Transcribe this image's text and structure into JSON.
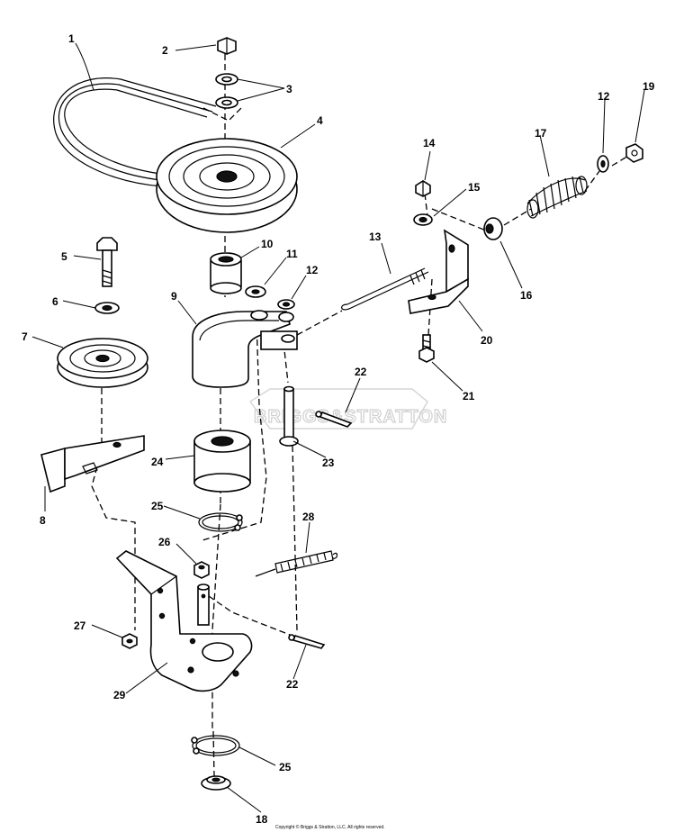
{
  "callouts": {
    "c1": "1",
    "c2": "2",
    "c3": "3",
    "c4": "4",
    "c5": "5",
    "c6": "6",
    "c7": "7",
    "c8": "8",
    "c9": "9",
    "c10": "10",
    "c11": "11",
    "c12a": "12",
    "c12b": "12",
    "c13": "13",
    "c14": "14",
    "c15": "15",
    "c16": "16",
    "c17": "17",
    "c18": "18",
    "c19": "19",
    "c20": "20",
    "c21": "21",
    "c22a": "22",
    "c22b": "22",
    "c23": "23",
    "c24": "24",
    "c25a": "25",
    "c25b": "25",
    "c26": "26",
    "c27": "27",
    "c28": "28",
    "c29": "29"
  },
  "watermark": "BRIGGS&STRATTON",
  "copyright": "Copyright © Briggs & Stratton, LLC. All rights reserved."
}
